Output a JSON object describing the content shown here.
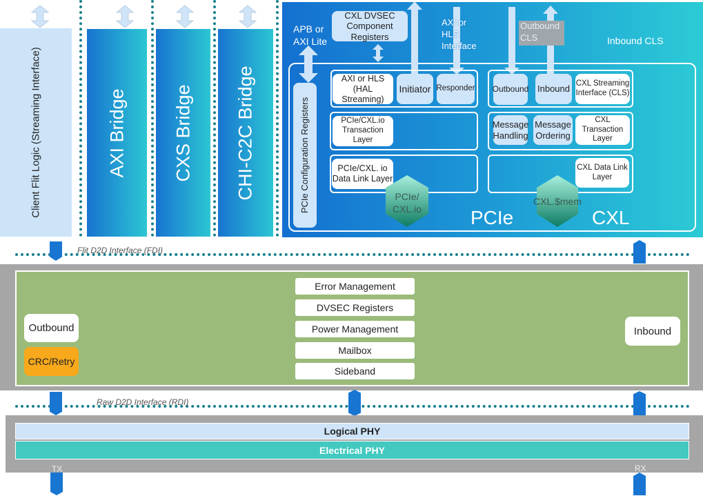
{
  "client": {
    "label": "Client Flit Logic (Streaming Interface)"
  },
  "bridges": [
    {
      "label": "AXI Bridge"
    },
    {
      "label": "CXS Bridge"
    },
    {
      "label": "CHI-C2C Bridge"
    }
  ],
  "pcie": {
    "title": "PCIe",
    "config_registers": "PCIe Configuration Registers",
    "dvsec": "CXL DVSEC Component Registers",
    "apb_label": "APB or AXI Lite",
    "axi_interface_label": "AXI or HLS Interface",
    "axi_hls": "AXI or HLS (HAL Streaming)",
    "initiator": "Initiator",
    "responder": "Responder",
    "transaction_layer": "PCIe/CXL.io Transaction Layer",
    "data_link_layer": "PCIe/CXL. io Data Link Layer",
    "hex": "PCIe/ CXL.io"
  },
  "cxl": {
    "title": "CXL",
    "outbound_cls_label": "Outbound CLS",
    "inbound_cls_label": "Inbound CLS",
    "outbound": "Outbound",
    "inbound": "Inbound",
    "streaming_interface": "CXL Streaming Interface (CLS)",
    "message_handling": "Message Handling",
    "message_ordering": "Message Ordering",
    "transaction_layer": "CXL Transaction Layer",
    "data_link_layer": "CXL Data Link Layer",
    "hex": "CXL.$mem"
  },
  "fdi_label": "Flit D2D Interface (FDI)",
  "adapter": {
    "outbound": "Outbound",
    "crc_retry": "CRC/Retry",
    "inbound": "Inbound",
    "center": [
      "Error Management",
      "DVSEC Registers",
      "Power Management",
      "Mailbox",
      "Sideband"
    ]
  },
  "rdi_label": "Raw D2D Interface (RDI)",
  "phy": {
    "logical": "Logical PHY",
    "electrical": "Electrical PHY",
    "tx": "TX",
    "rx": "RX"
  },
  "colors": {
    "bridge_start": "#1874d0",
    "bridge_end": "#2cc6d4",
    "adapter_green": "#9bbb7a",
    "crc_orange": "#f7a81b",
    "electrical_teal": "#43c9c0",
    "logical_blue": "#cfe4f8",
    "gray": "#a6a6a6"
  }
}
